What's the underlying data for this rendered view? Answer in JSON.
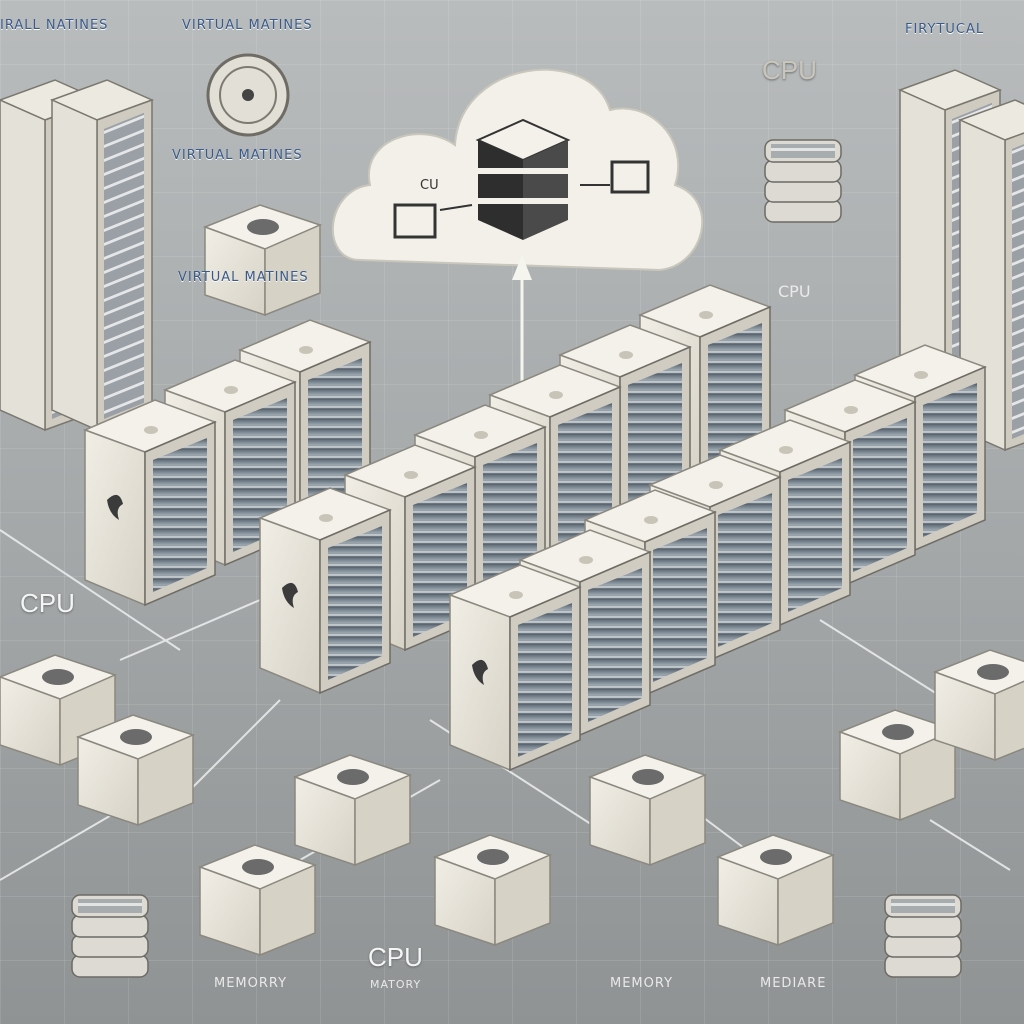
{
  "labels": {
    "top_left_a": "IRALL NATINES",
    "top_left_b": "VIRTUAL MATINES",
    "top_right": "FIRYTUCAL",
    "vm_label_1": "VIRTUAL MATINES",
    "vm_label_2": "VIRTUAL MATINES",
    "cpu_top_right": "CPU",
    "cpu_right_small": "CPU",
    "cpu_left": "CPU",
    "cpu_bottom": "CPU",
    "cloud_cpu": "CU",
    "memory": "MEMORRY",
    "memory_sub": "MATORY",
    "bottom_mid": "MEMORY",
    "bottom_right": "MEDIARE"
  },
  "colors": {
    "background": "#a8acad",
    "server_face": "#e9e6dc",
    "server_side": "#c9c6bc",
    "rack_glass": "#6d7a86",
    "cloud": "#f2f0e8"
  }
}
